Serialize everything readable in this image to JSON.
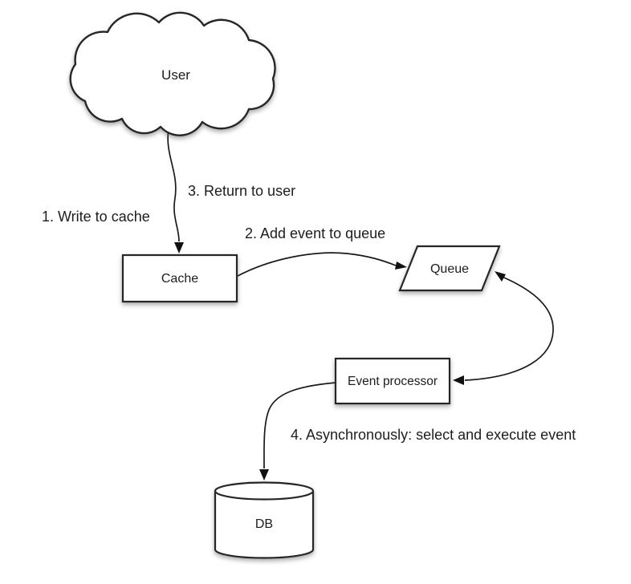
{
  "diagram": {
    "type": "flow-diagram",
    "background_color": "#ffffff",
    "stroke_color": "#1a1a1a",
    "text_color": "#1d1d20",
    "shape_fill_color": "#ffffff",
    "nodes": {
      "user": {
        "label": "User",
        "shape": "cloud"
      },
      "cache": {
        "label": "Cache",
        "shape": "rectangle"
      },
      "queue": {
        "label": "Queue",
        "shape": "parallelogram"
      },
      "event_processor": {
        "label": "Event processor",
        "shape": "rectangle"
      },
      "db": {
        "label": "DB",
        "shape": "cylinder"
      }
    },
    "edge_labels": {
      "step1": "1. Write to cache",
      "step2": "2. Add event to queue",
      "step3": "3. Return to user",
      "step4": "4. Asynchronously: select and execute event"
    },
    "edges": [
      {
        "from": "user",
        "to": "cache",
        "labels": [
          "1. Write to cache",
          "3. Return to user"
        ],
        "direction": "one-way"
      },
      {
        "from": "cache",
        "to": "queue",
        "labels": [
          "2. Add event to queue"
        ],
        "direction": "one-way"
      },
      {
        "from": "queue",
        "to": "event_processor",
        "labels": [],
        "direction": "two-way"
      },
      {
        "from": "event_processor",
        "to": "db",
        "labels": [
          "4. Asynchronously: select and execute event"
        ],
        "direction": "one-way"
      }
    ]
  }
}
